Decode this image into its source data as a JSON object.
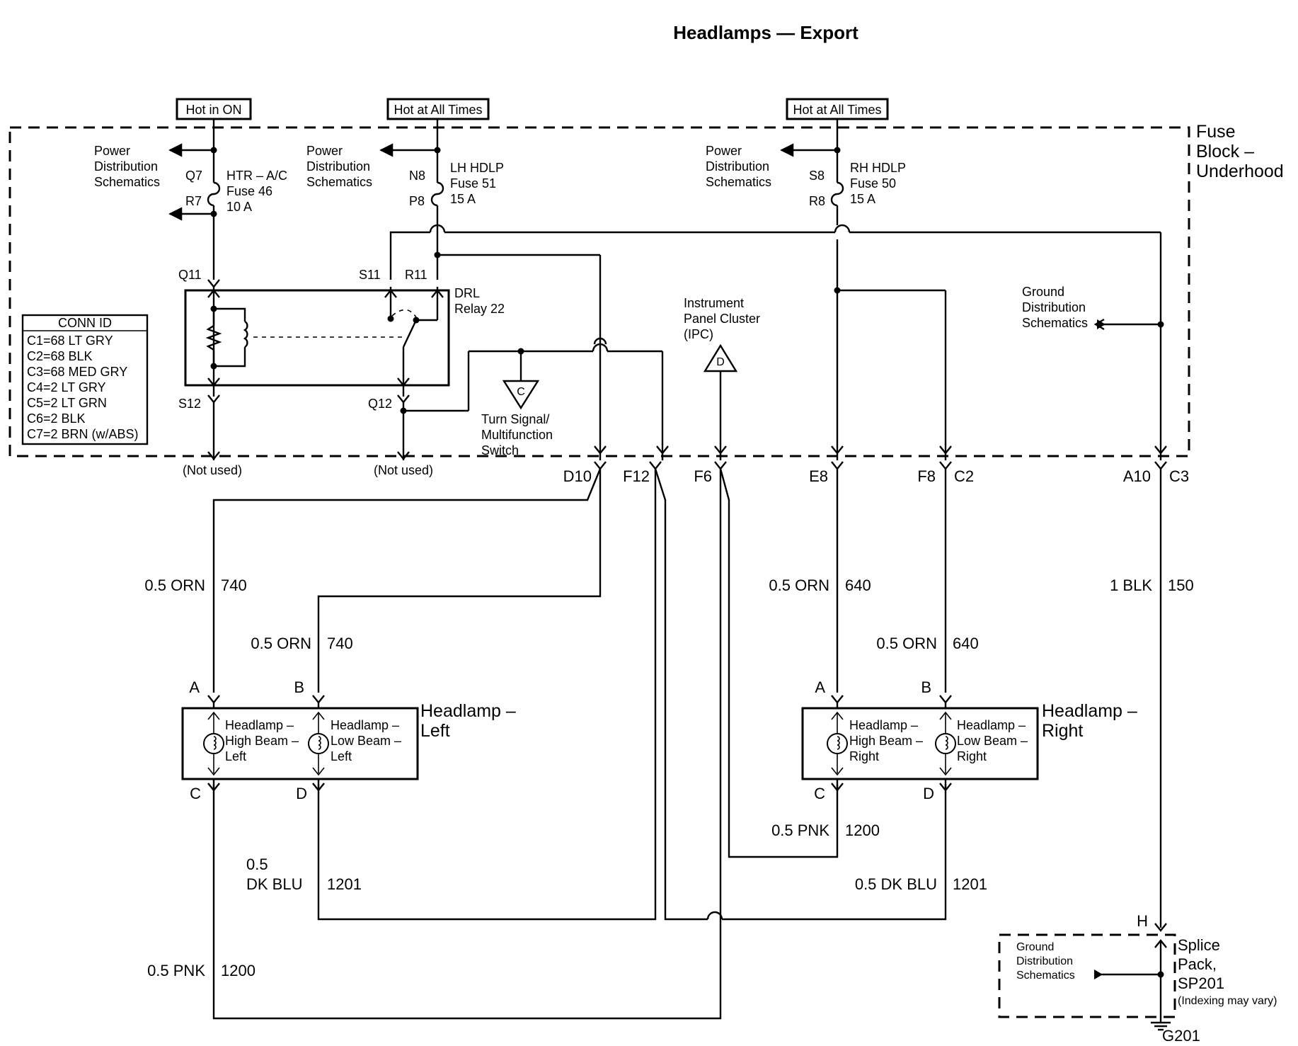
{
  "title": "Headlamps — Export",
  "power": {
    "hot_in_on": "Hot in ON",
    "hot_at_all_times_1": "Hot at All Times",
    "hot_at_all_times_2": "Hot at All Times"
  },
  "fuse_block": {
    "line1": "Fuse",
    "line2": "Block –",
    "line3": "Underhood"
  },
  "power_dist": {
    "line1": "Power",
    "line2": "Distribution",
    "line3": "Schematics"
  },
  "ground_dist": {
    "line1": "Ground",
    "line2": "Distribution",
    "line3": "Schematics"
  },
  "fuses": {
    "htr": {
      "l1": "HTR – A/C",
      "l2": "Fuse 46",
      "l3": "10 A",
      "top": "Q7",
      "bottom": "R7"
    },
    "lh": {
      "l1": "LH HDLP",
      "l2": "Fuse 51",
      "l3": "15 A",
      "top": "N8",
      "bottom": "P8"
    },
    "rh": {
      "l1": "RH HDLP",
      "l2": "Fuse 50",
      "l3": "15 A",
      "top": "S8",
      "bottom": "R8"
    }
  },
  "relay": {
    "l1": "DRL",
    "l2": "Relay 22"
  },
  "relay_terminals": {
    "q11": "Q11",
    "s11": "S11",
    "r11": "R11",
    "s12": "S12",
    "q12": "Q12"
  },
  "not_used": "(Not used)",
  "conn_id": {
    "header": "CONN ID",
    "rows": [
      "C1=68 LT GRY",
      "C2=68 BLK",
      "C3=68 MED GRY",
      "C4=2 LT GRY",
      "C5=2 LT GRN",
      "C6=2 BLK",
      "C7=2 BRN (w/ABS)"
    ]
  },
  "turn_signal": {
    "letter": "C",
    "l1": "Turn Signal/",
    "l2": "Multifunction",
    "l3": "Switch"
  },
  "ipc": {
    "letter": "D",
    "l1": "Instrument",
    "l2": "Panel Cluster",
    "l3": "(IPC)"
  },
  "connectors": {
    "d10": "D10",
    "f12": "F12",
    "f6": "F6",
    "e8": "E8",
    "f8": "F8",
    "c2": "C2",
    "a10": "A10",
    "c3": "C3"
  },
  "wires": {
    "w740_size": "0.5 ORN",
    "w740": "740",
    "w640_size": "0.5 ORN",
    "w640": "640",
    "w150_size": "1 BLK",
    "w150": "150",
    "w1200_size": "0.5 PNK",
    "w1200": "1200",
    "w1201_size": "0.5 DK BLU",
    "w1201": "1201",
    "w1201_left_l1": "0.5",
    "w1201_left_l2": "DK BLU"
  },
  "headlamp_left": {
    "title1": "Headlamp –",
    "title2": "Left",
    "pins": {
      "a": "A",
      "b": "B",
      "c": "C",
      "d": "D"
    },
    "high": {
      "l1": "Headlamp –",
      "l2": "High Beam –",
      "l3": "Left"
    },
    "low": {
      "l1": "Headlamp –",
      "l2": "Low Beam –",
      "l3": "Left"
    }
  },
  "headlamp_right": {
    "title1": "Headlamp –",
    "title2": "Right",
    "pins": {
      "a": "A",
      "b": "B",
      "c": "C",
      "d": "D"
    },
    "high": {
      "l1": "Headlamp –",
      "l2": "High Beam –",
      "l3": "Right"
    },
    "low": {
      "l1": "Headlamp –",
      "l2": "Low Beam –",
      "l3": "Right"
    }
  },
  "splice": {
    "pin": "H",
    "l1": "Splice",
    "l2": "Pack,",
    "l3": "SP201",
    "note": "(Indexing may vary)"
  },
  "ground": "G201"
}
